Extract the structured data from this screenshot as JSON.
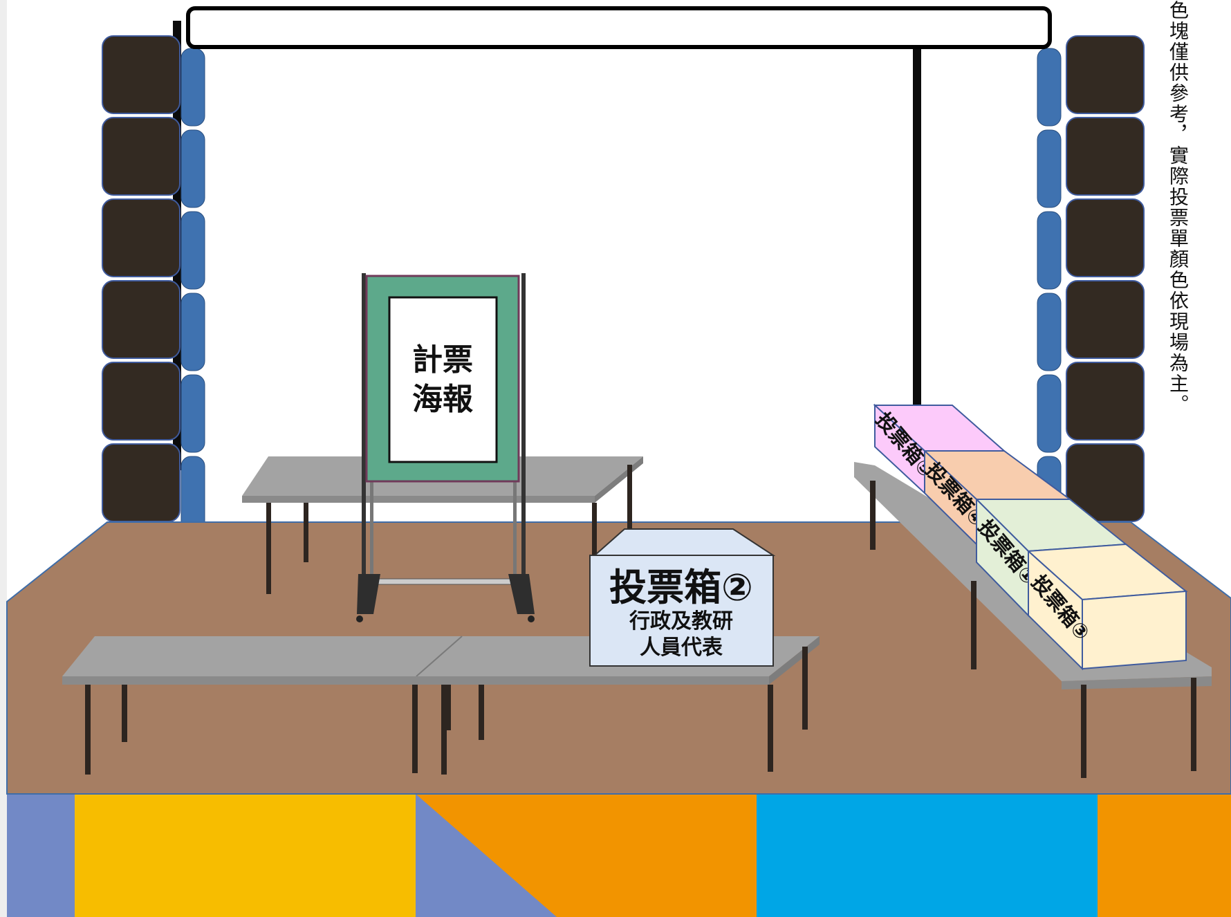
{
  "stage": {
    "poster_label": [
      "計票",
      "海報"
    ],
    "main_box": {
      "title": "投票箱②",
      "subtitle_line1": "行政及教研",
      "subtitle_line2": "人員代表"
    },
    "side_boxes": [
      {
        "label": "投票箱⑤",
        "color": "#fccafa"
      },
      {
        "label": "投票箱④",
        "color": "#f8cdae"
      },
      {
        "label": "投票箱①",
        "color": "#e3efd7"
      },
      {
        "label": "投票箱③",
        "color": "#fff1cf"
      }
    ]
  },
  "note": "色塊僅供參考，實際投票單顏色依現場為主。",
  "colors": {
    "floor": "#a67e63",
    "speaker": "#332a22",
    "curtain": "#3f72b0",
    "table": "#a3a3a3",
    "poster_frame": "#5da98b",
    "main_box": "#dbe6f5",
    "band_lilac": "#7289c6",
    "band_yellow": "#f7bd00",
    "band_orange": "#f29400",
    "band_cyan": "#00a6e6"
  }
}
